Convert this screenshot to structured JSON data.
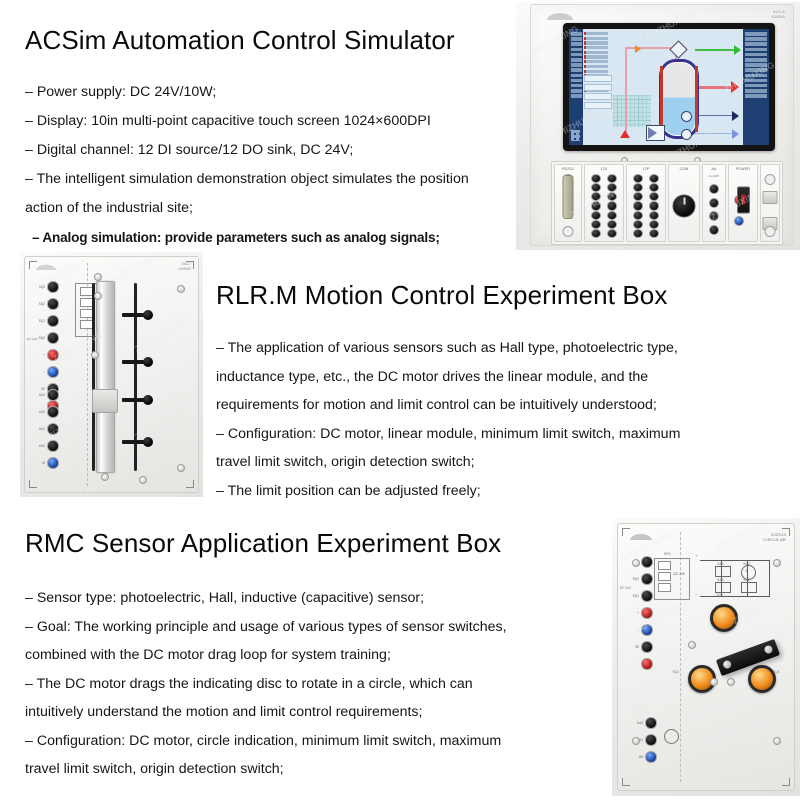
{
  "sections": [
    {
      "id": "acsim",
      "title": "ACSim Automation Control Simulator",
      "lines": [
        "– Power supply: DC 24V/10W;",
        "– Display: 10in multi-point capacitive touch screen 1024×600DPI",
        "– Digital channel: 12 DI source/12 DO sink, DC 24V;",
        "– The intelligent simulation demonstration object simulates the position",
        "action of the industrial site;",
        "–  Analog simulation: provide parameters such as analog signals;"
      ],
      "emphasis_line_index": 5,
      "photo": {
        "name": "acsim-simulator-photo",
        "model_code": "ACS-A",
        "model_code2": "10003A",
        "hmi_title": "ACSim Machine",
        "io_modules": [
          {
            "caption": "RS232"
          },
          {
            "caption": "12S"
          },
          {
            "caption": "12P"
          },
          {
            "caption": "COM"
          },
          {
            "caption": "AA"
          },
          {
            "caption": "POWER"
          },
          {
            "caption": ""
          }
        ],
        "aa_range": "0~10V",
        "power_labels": [
          "+24V",
          "GND"
        ],
        "watermark": "ZHIZHUXING"
      }
    },
    {
      "id": "rlrm",
      "title": "RLR.M Motion Control Experiment Box",
      "lines": [
        "– The application of various sensors such as Hall type, photoelectric type,",
        "inductance type, etc., the DC motor drives the linear module, and the",
        "requirements for motion and limit control can be intuitively understood;",
        "– Configuration: DC motor, linear module, minimum limit switch, maximum",
        "travel limit switch, origin detection switch;",
        "– The limit position can be adjusted freely;"
      ],
      "photo": {
        "name": "rlrm-motion-box-photo",
        "model_code": "10617",
        "model_code2": "LINEAR",
        "jack_labels_top": [
          "SQ3",
          "SQ2",
          "SQ1",
          "SQ0",
          "+",
          "–",
          "S0"
        ],
        "jack_labels_bottom": [
          "KA3",
          "KA2",
          "KA1",
          "KA0",
          "M"
        ],
        "supply_label": "DC 24V",
        "watermark": "ZHIZHUXING"
      }
    },
    {
      "id": "rmc",
      "title": "RMC Sensor Application Experiment Box",
      "lines": [
        "– Sensor type: photoelectric, Hall, inductive (capacitive) sensor;",
        "– Goal: The working principle and usage of various types of sensor switches,",
        "combined with the DC motor drag loop for system training;",
        "– The DC motor drags the indicating disc to rotate in a circle, which can",
        "intuitively understand the motion and limit control requirements;",
        "– Configuration: DC motor, circle indication, minimum limit switch, maximum",
        "travel limit switch, origin detection switch;"
      ],
      "photo": {
        "name": "rmc-sensor-box-photo",
        "model_code": "102019",
        "model_code2": "CIRCULAR",
        "schematic_labels": [
          "+",
          "–",
          "DC 24V",
          "KA1",
          "KA2",
          "KA1",
          "KA2",
          "M"
        ],
        "jack_labels_top": [
          "SQ3",
          "SQ2",
          "SQ1",
          "+",
          "–",
          "S0"
        ],
        "jack_labels_bottom": [
          "KA2",
          "KA1",
          "2M"
        ],
        "npn_label": "NPN",
        "lamp_labels": [
          "SQ1",
          "SQ2",
          "SQ3"
        ],
        "supply_label": "DC 24V",
        "watermark": "ZHIZHUXING"
      }
    }
  ],
  "colors": {
    "text": "#161616",
    "heading": "#0a0a0a",
    "background": "#ffffff",
    "hmi_blue": "#1d3f72",
    "hmi_screen": "#d8e7f2",
    "tank_border": "#3b2f8f",
    "lamp_amber": "#f08c1b",
    "jack_red": "#a01212",
    "jack_blue": "#103b96"
  }
}
